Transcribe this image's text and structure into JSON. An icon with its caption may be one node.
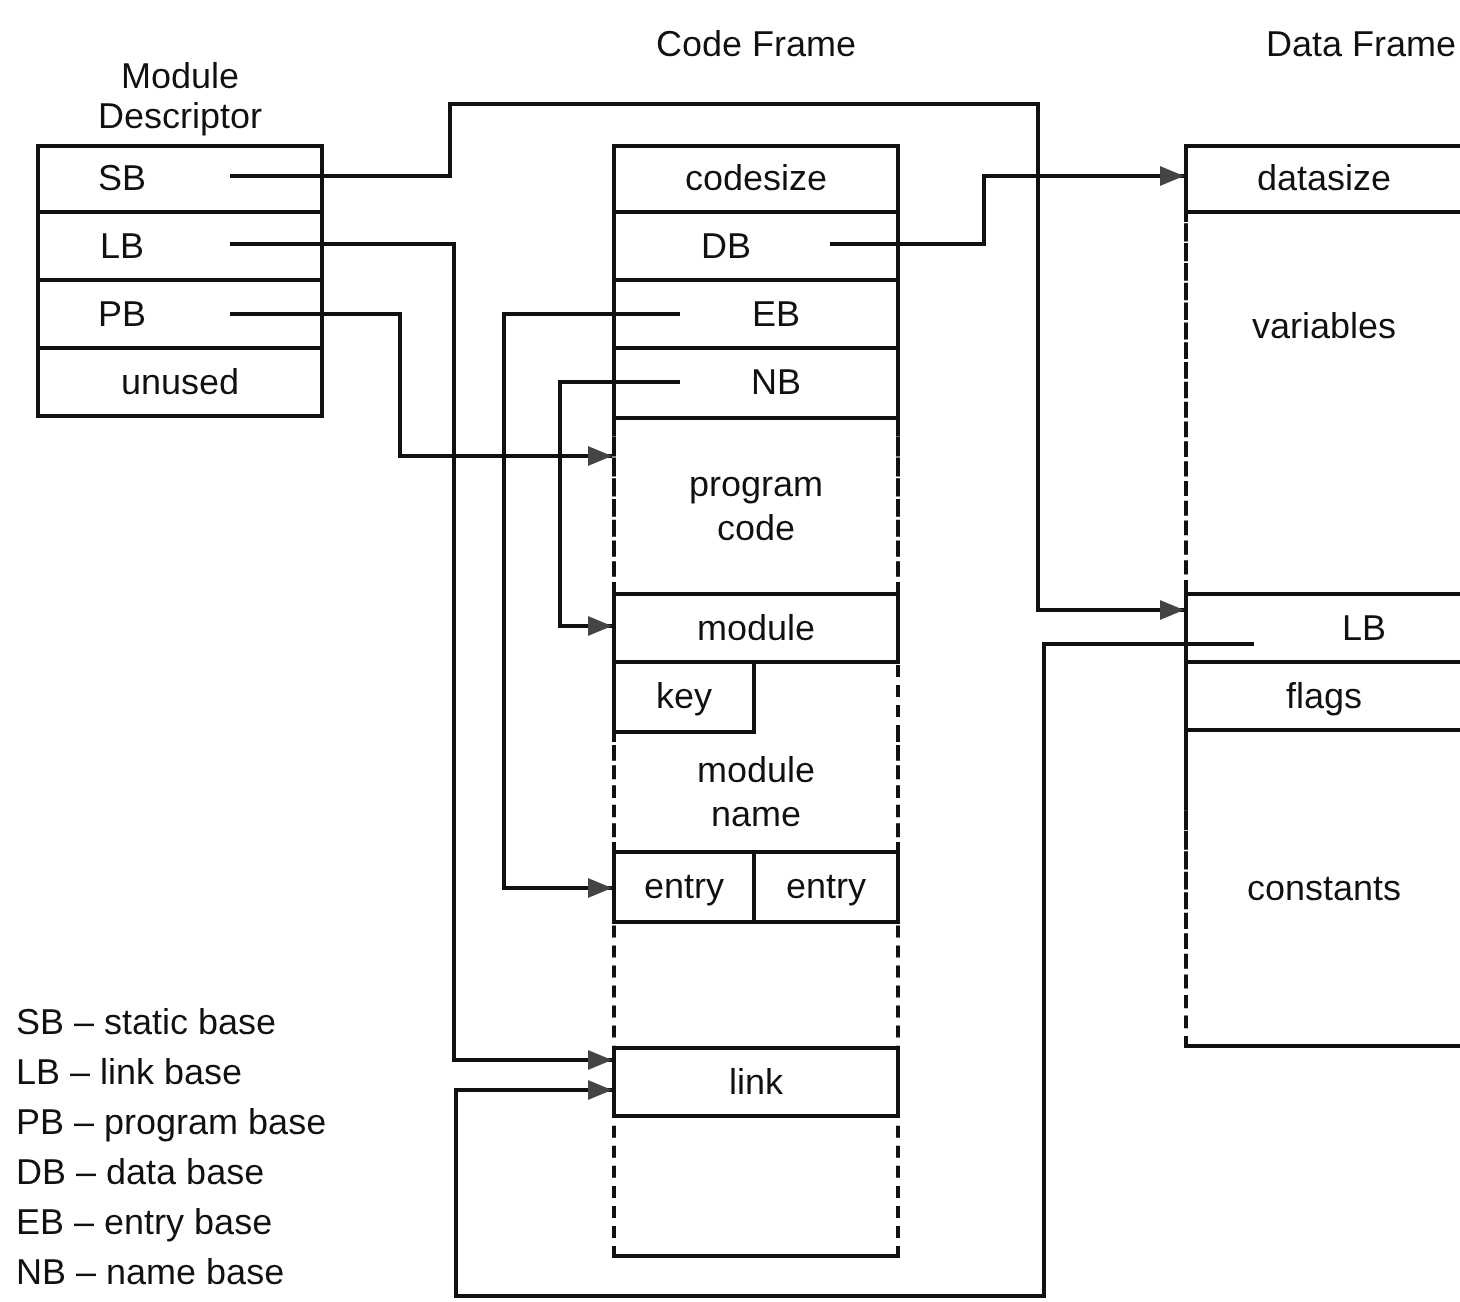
{
  "diagram": {
    "nodes": [
      {
        "text": [
          "Module Descriptor"
        ]
      },
      {
        "text": [
          "SB"
        ],
        "in": 0
      },
      {
        "text": [
          "LB"
        ],
        "in": 0
      },
      {
        "text": [
          "PB"
        ],
        "in": 0
      },
      {
        "text": [
          "unused"
        ],
        "in": 0
      },
      {
        "text": [
          "Code Frame"
        ]
      },
      {
        "text": [
          "codesize"
        ],
        "in": 5
      },
      {
        "text": [
          "DB"
        ],
        "in": 5
      },
      {
        "text": [
          "EB"
        ],
        "in": 5
      },
      {
        "text": [
          "NB"
        ],
        "in": 5
      },
      {
        "text": [
          "program code"
        ],
        "in": 5
      },
      {
        "text": [
          "module"
        ],
        "in": 5
      },
      {
        "text": [
          "key"
        ],
        "in": 5
      },
      {
        "text": [
          "module name"
        ],
        "in": 5
      },
      {
        "text": [
          "entry"
        ],
        "in": 5
      },
      {
        "text": [
          "entry"
        ],
        "in": 5
      },
      {
        "text": [
          "link"
        ],
        "in": 5
      },
      {
        "text": [
          "Data Frame"
        ]
      },
      {
        "text": [
          "datasize"
        ],
        "in": 17
      },
      {
        "text": [
          "variables"
        ],
        "in": 17
      },
      {
        "text": [
          "LB"
        ],
        "in": 17
      },
      {
        "text": [
          "flags"
        ],
        "in": 17
      },
      {
        "text": [
          "constants"
        ],
        "in": 17
      }
    ],
    "edges": [
      {
        "from": 1,
        "to": 20,
        "arrow": "to"
      },
      {
        "from": 2,
        "to": 16,
        "arrow": "to"
      },
      {
        "from": 3,
        "to": 10,
        "arrow": "to"
      },
      {
        "from": 7,
        "to": 18,
        "arrow": "to"
      },
      {
        "from": 8,
        "to": 14,
        "arrow": "to"
      },
      {
        "from": 9,
        "to": 11,
        "arrow": "to"
      },
      {
        "from": 20,
        "to": 16,
        "arrow": "to"
      }
    ],
    "labels": [
      "SB – static base",
      "LB – link base",
      "PB – program base",
      "DB – data base",
      "EB – entry base",
      "NB – name base"
    ]
  }
}
